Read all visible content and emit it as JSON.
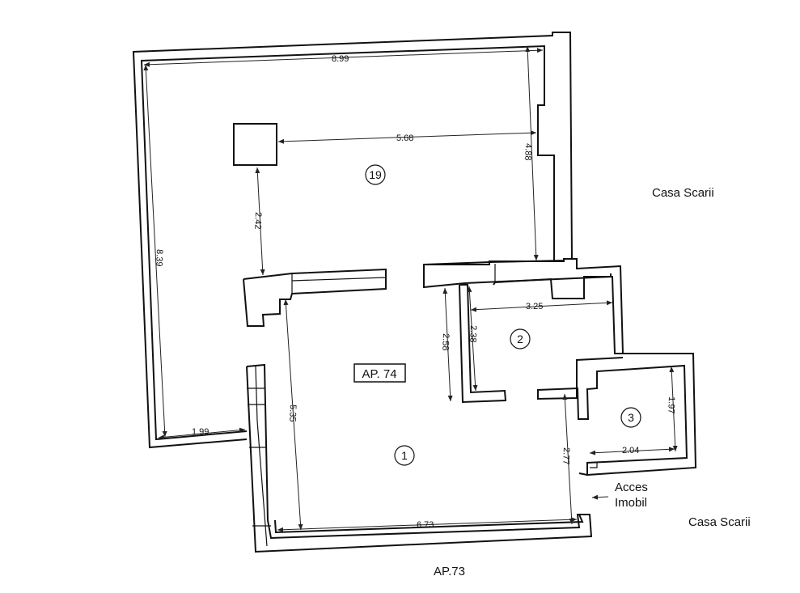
{
  "labels": {
    "stair_top": "Casa Scarii",
    "stair_bottom": "Casa Scarii",
    "apartment": "AP. 74",
    "neighbor": "AP.73",
    "access_line1": "Acces",
    "access_line2": "Imobil"
  },
  "rooms": {
    "r19": "19",
    "r1": "1",
    "r2": "2",
    "r3": "3"
  },
  "dimensions": {
    "top_width": "8.99",
    "left_height": "8.39",
    "inner_horizontal": "5.68",
    "right_vertical": "4.88",
    "pillar_gap": "2.42",
    "left_bottom": "1.99",
    "main_vertical": "5.35",
    "bottom_width": "6.73",
    "corridor_left": "2.58",
    "room2_left": "2.38",
    "room2_width": "3.25",
    "room3_height": "1.97",
    "room3_width": "2.04",
    "access_height": "2.77"
  }
}
